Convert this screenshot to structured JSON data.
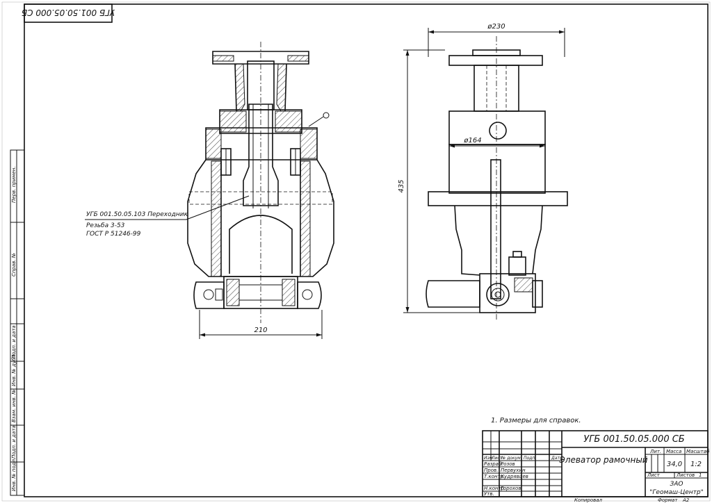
{
  "drawing_code_top": "УГБ 001.50.05.000 СБ",
  "views": {
    "section": {
      "callout_part": "УГБ 001.50.05.103 Переходник",
      "callout_thread": "Резьба 3-53",
      "callout_gost": "ГОСТ Р 51246-99",
      "dim_width": "210"
    },
    "side": {
      "dim_top_diameter": "ø230",
      "dim_body_diameter": "ø164",
      "dim_height": "435"
    }
  },
  "note": "1. Размеры для справок.",
  "left_margin_labels": [
    "Инв. № подл.",
    "Подп. и дата",
    "Взам. инв. №",
    "Инв. № дубл.",
    "Подп. и дата",
    "Справ. №",
    "Перв. примен."
  ],
  "title_block": {
    "designation": "УГБ 001.50.05.000 СБ",
    "name": "Элеватор рамочный",
    "col_headers": [
      "Изм",
      "Лист",
      "№ докум.",
      "Подп.",
      "Дата"
    ],
    "roles": [
      {
        "role": "Разраб.",
        "person": "Розов"
      },
      {
        "role": "Пров.",
        "person": "Первухин"
      },
      {
        "role": "Т.контр.",
        "person": "Кудрявцев"
      },
      {
        "role": "",
        "person": ""
      },
      {
        "role": "Н.контр.",
        "person": "Горохов"
      },
      {
        "role": "Утв.",
        "person": ""
      }
    ],
    "lit_label": "Лит.",
    "mass_label": "Масса",
    "scale_label": "Масштаб",
    "mass": "34,0",
    "scale": "1:2",
    "sheet_label": "Лист",
    "sheets_label": "Листов",
    "sheets_count": "1",
    "company": "ЗАО",
    "company_name": "\"Геомаш-Центр\"",
    "copied_label": "Копировал",
    "format_label": "Формат",
    "format_value": "А2"
  }
}
